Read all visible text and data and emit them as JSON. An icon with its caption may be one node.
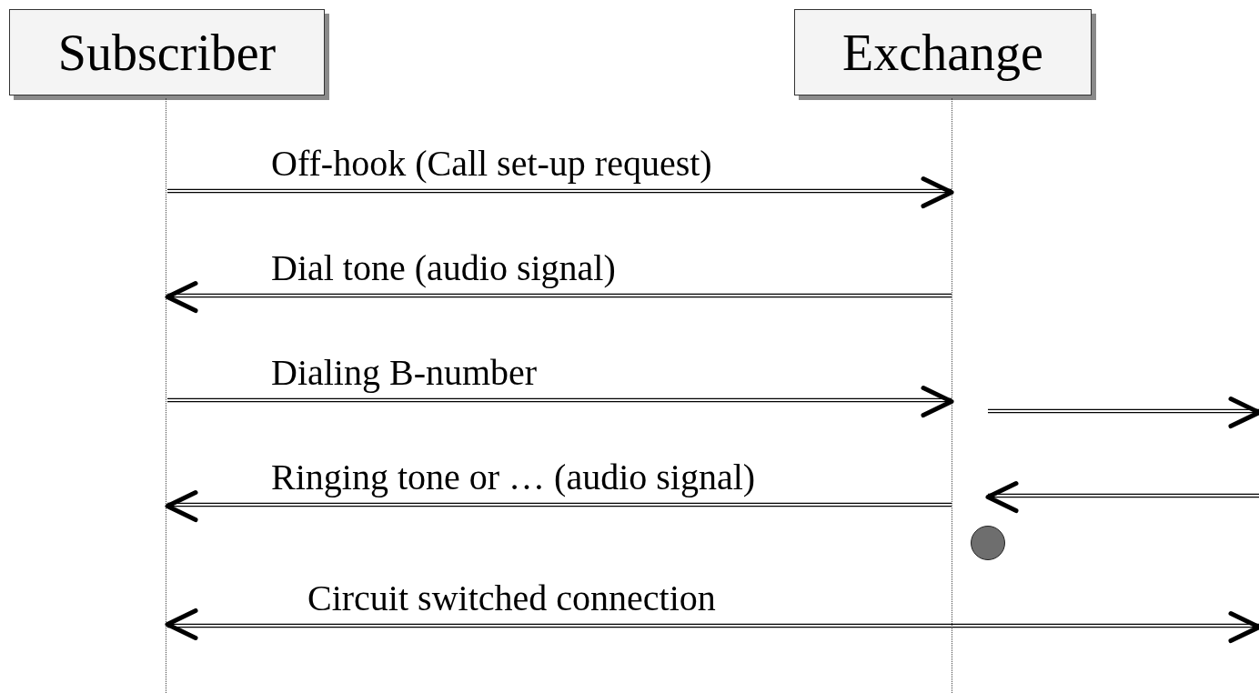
{
  "diagram": {
    "nodes": [
      {
        "text": [
          "Subscriber"
        ]
      },
      {
        "text": [
          "Exchange"
        ]
      },
      {
        "text": [],
        "shape": "line"
      },
      {
        "text": [],
        "shape": "line"
      },
      {
        "text": [],
        "shape": "circle"
      }
    ],
    "edges": [
      {
        "from": 2,
        "to": 3,
        "arrow": "to",
        "label": "Off-hook (Call set-up request)"
      },
      {
        "from": 3,
        "to": 2,
        "arrow": "to",
        "label": "Dial tone (audio signal)"
      },
      {
        "from": 2,
        "to": 3,
        "arrow": "to",
        "label": "Dialing B-number"
      },
      {
        "from": 3,
        "to": null,
        "arrow": "to"
      },
      {
        "from": 3,
        "to": 2,
        "arrow": "to",
        "label": "Ringing tone or … (audio signal)"
      },
      {
        "from": null,
        "to": 3,
        "arrow": "to"
      },
      {
        "from": 2,
        "to": null,
        "arrow": "both",
        "label": "Circuit switched connection"
      }
    ]
  }
}
